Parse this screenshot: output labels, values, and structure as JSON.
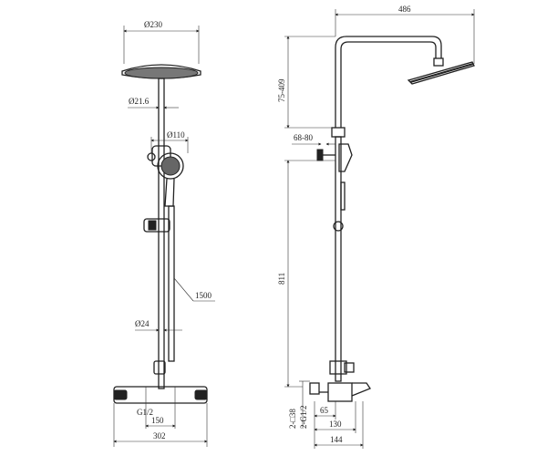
{
  "front_view": {
    "dims": {
      "head_diameter": "Ø230",
      "pipe_diameter": "Ø21.6",
      "hand_shower_diameter": "Ø110",
      "hose_length": "1500",
      "bar_diameter": "Ø24",
      "inlet_thread": "G1/2",
      "inlet_spacing": "150",
      "mixer_width": "302"
    }
  },
  "side_view": {
    "dims": {
      "arm_reach": "486",
      "height_adjust": "75-409",
      "slider_offset": "68-80",
      "column_height": "811",
      "wall_thread_a": "2-G1/2",
      "wall_thread_b": "2-□38",
      "eccentric": "65",
      "mixer_depth": "130",
      "base_depth": "144"
    }
  }
}
